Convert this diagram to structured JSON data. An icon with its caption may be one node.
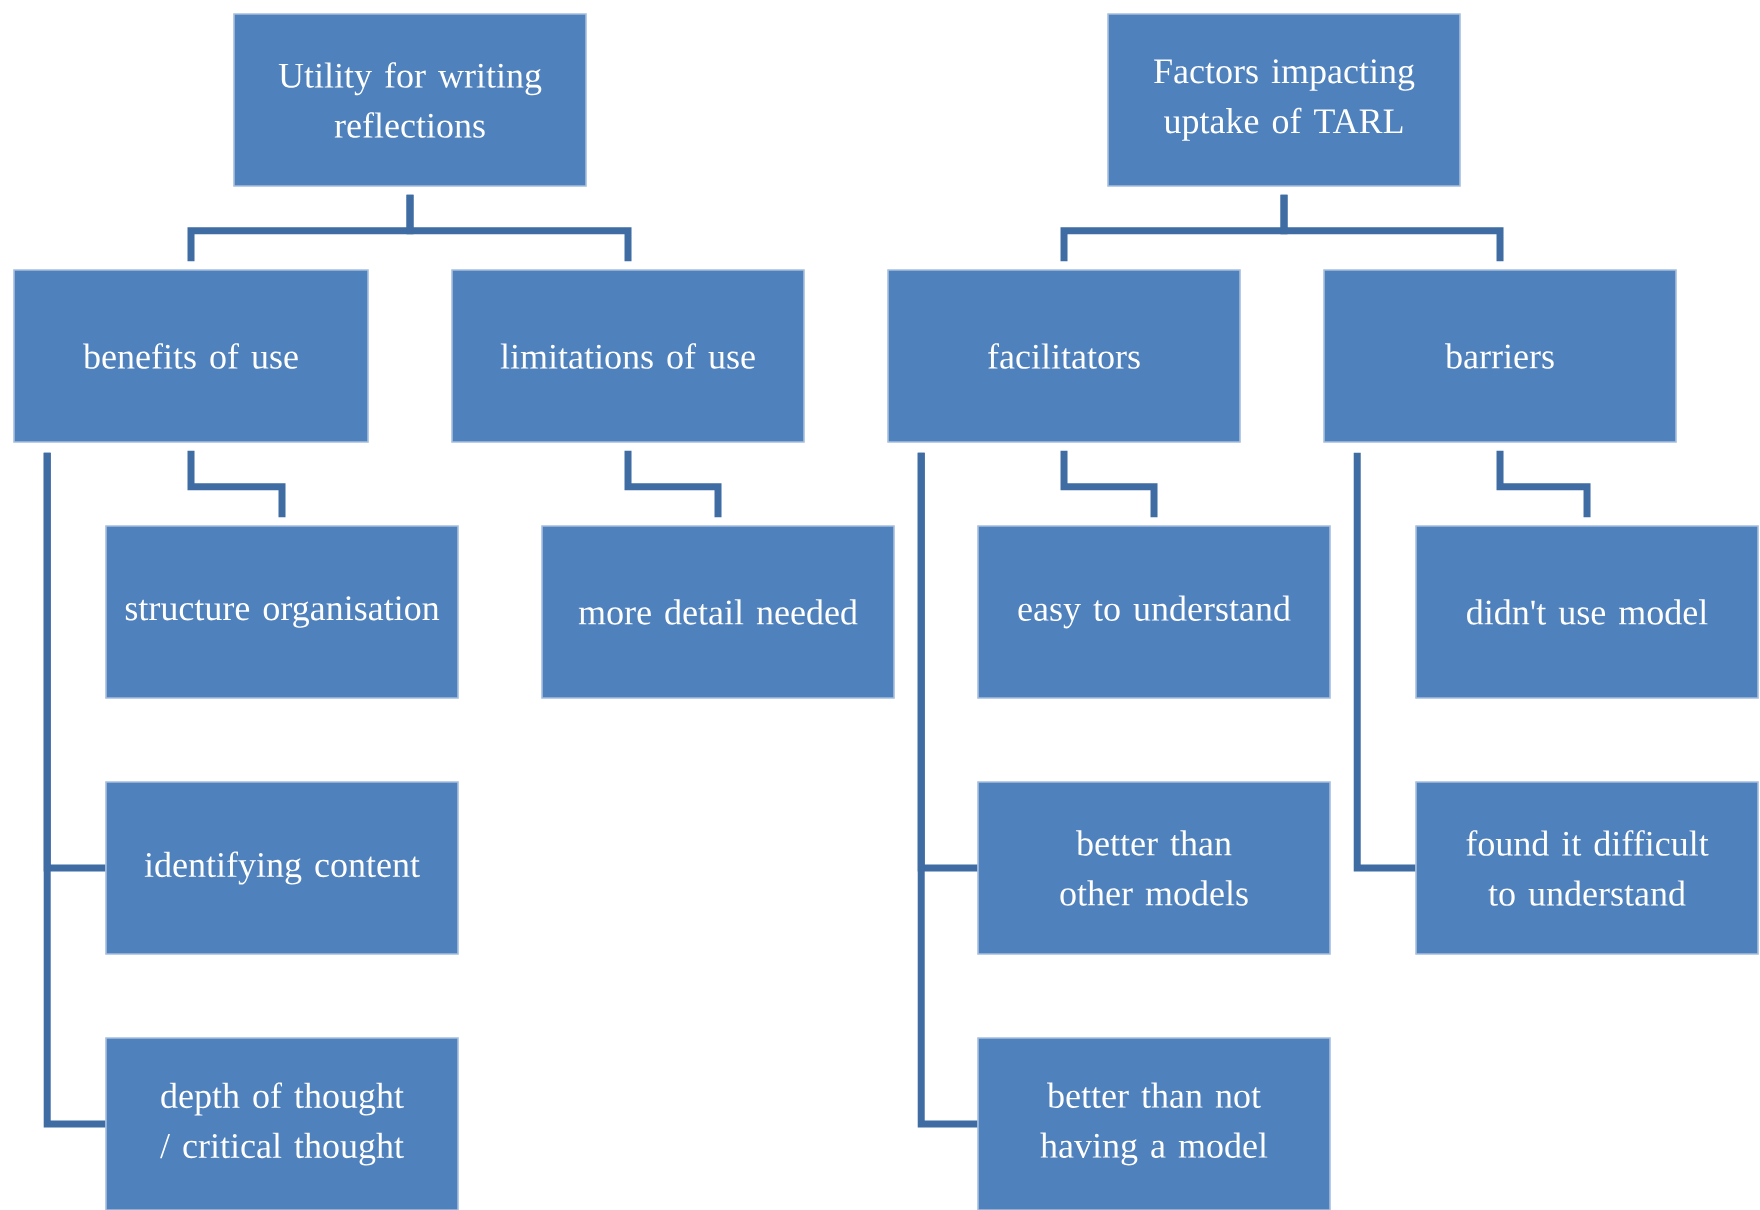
{
  "diagram": {
    "nodes": [
      {
        "text": [
          "Utility for writing reflections"
        ]
      },
      {
        "text": [
          "benefits of use"
        ]
      },
      {
        "text": [
          "limitations of use"
        ]
      },
      {
        "text": [
          "structure organisation"
        ]
      },
      {
        "text": [
          "identifying content"
        ]
      },
      {
        "text": [
          "depth of thought / critical thought"
        ]
      },
      {
        "text": [
          "more detail needed"
        ]
      },
      {
        "text": [
          "Factors impacting uptake of TARL"
        ]
      },
      {
        "text": [
          "facilitators"
        ]
      },
      {
        "text": [
          "barriers"
        ]
      },
      {
        "text": [
          "easy to understand"
        ]
      },
      {
        "text": [
          "better than other models"
        ]
      },
      {
        "text": [
          "better than not having a model"
        ]
      },
      {
        "text": [
          "didn't use model"
        ]
      },
      {
        "text": [
          "found it difficult to understand"
        ]
      }
    ],
    "edges": [
      {
        "from": 0,
        "to": 1,
        "arrow": "none"
      },
      {
        "from": 0,
        "to": 2,
        "arrow": "none"
      },
      {
        "from": 1,
        "to": 3,
        "arrow": "none"
      },
      {
        "from": 1,
        "to": 4,
        "arrow": "none"
      },
      {
        "from": 1,
        "to": 5,
        "arrow": "none"
      },
      {
        "from": 2,
        "to": 6,
        "arrow": "none"
      },
      {
        "from": 7,
        "to": 8,
        "arrow": "none"
      },
      {
        "from": 7,
        "to": 9,
        "arrow": "none"
      },
      {
        "from": 8,
        "to": 10,
        "arrow": "none"
      },
      {
        "from": 8,
        "to": 11,
        "arrow": "none"
      },
      {
        "from": 8,
        "to": 12,
        "arrow": "none"
      },
      {
        "from": 9,
        "to": 13,
        "arrow": "none"
      },
      {
        "from": 9,
        "to": 14,
        "arrow": "none"
      }
    ]
  }
}
